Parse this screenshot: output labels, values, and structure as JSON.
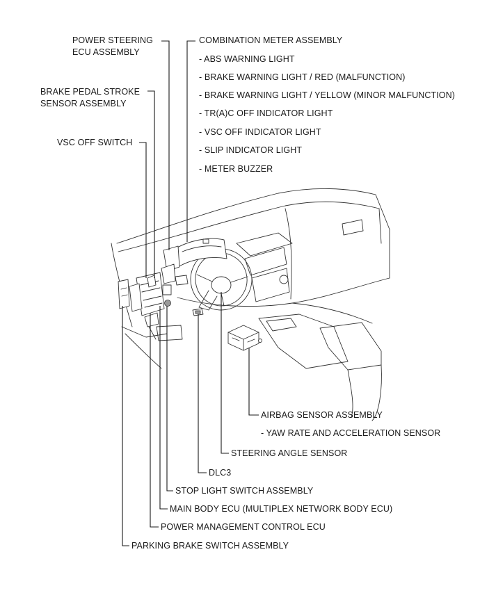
{
  "labels": {
    "power_steering_ecu": [
      "POWER STEERING",
      "ECU ASSEMBLY"
    ],
    "brake_pedal_stroke_sensor": [
      "BRAKE PEDAL STROKE",
      "SENSOR ASSEMBLY"
    ],
    "vsc_off_switch": "VSC OFF SWITCH",
    "combination_meter": {
      "title": "COMBINATION METER ASSEMBLY",
      "items": [
        "- ABS WARNING LIGHT",
        "- BRAKE WARNING LIGHT / RED (MALFUNCTION)",
        "- BRAKE WARNING LIGHT / YELLOW (MINOR MALFUNCTION)",
        "- TR(A)C OFF INDICATOR LIGHT",
        "- VSC OFF INDICATOR LIGHT",
        "- SLIP INDICATOR LIGHT",
        "- METER BUZZER"
      ]
    },
    "airbag_sensor": {
      "title": "AIRBAG SENSOR ASSEMBLY",
      "sub": "- YAW RATE AND ACCELERATION SENSOR"
    },
    "steering_angle_sensor": "STEERING ANGLE SENSOR",
    "dlc3": "DLC3",
    "stop_light_switch": "STOP LIGHT SWITCH ASSEMBLY",
    "main_body_ecu": "MAIN BODY ECU (MULTIPLEX NETWORK BODY ECU)",
    "power_management_ecu": "POWER MANAGEMENT CONTROL ECU",
    "parking_brake_switch": "PARKING BRAKE SWITCH ASSEMBLY"
  }
}
